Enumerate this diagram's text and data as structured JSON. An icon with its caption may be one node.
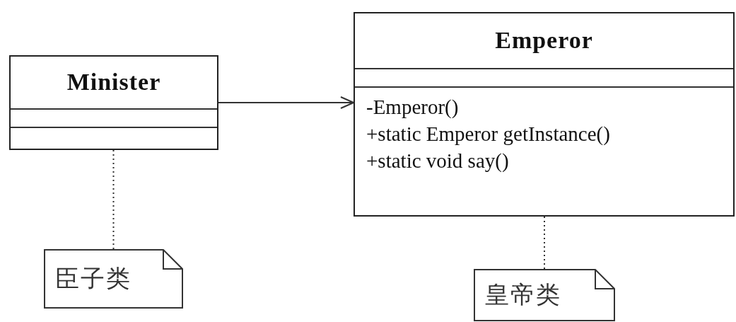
{
  "diagram": {
    "nodes": [
      {
        "text": [
          "Minister"
        ]
      },
      {
        "text": [
          "Emperor",
          "-Emperor()",
          "+static Emperor getInstance()",
          "+static void say()"
        ]
      },
      {
        "text": [
          "臣子类"
        ]
      },
      {
        "text": [
          "皇帝类"
        ]
      }
    ],
    "edges": [
      {
        "from": 0,
        "to": 1,
        "arrow": "to"
      },
      {
        "from": 2,
        "to": 0,
        "arrow": "none",
        "style": "dashed"
      },
      {
        "from": 3,
        "to": 1,
        "arrow": "none",
        "style": "dashed"
      }
    ]
  }
}
